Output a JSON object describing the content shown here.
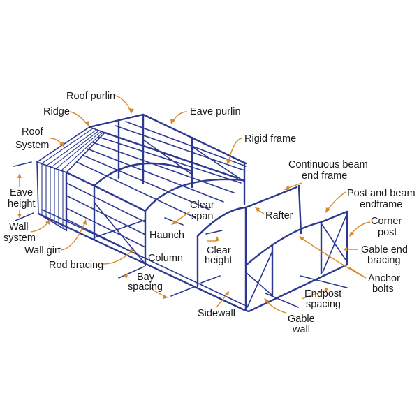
{
  "colors": {
    "structure": "#2b3990",
    "leader": "#d98b2b",
    "text": "#1a1a1a"
  },
  "labels": {
    "roof_purlin": [
      "Roof purlin"
    ],
    "ridge": [
      "Ridge"
    ],
    "eave_purlin": [
      "Eave purlin"
    ],
    "roof_system": [
      "Roof",
      "System"
    ],
    "rigid_frame": [
      "Rigid frame"
    ],
    "continuous_beam_end_frame": [
      "Continuous beam",
      "end frame"
    ],
    "eave_height": [
      "Eave",
      "height"
    ],
    "clear_span": [
      "Clear",
      "span"
    ],
    "rafter": [
      "Rafter"
    ],
    "post_and_beam_endframe": [
      "Post and beam",
      "endframe"
    ],
    "wall_system": [
      "Wall",
      "system"
    ],
    "haunch": [
      "Haunch"
    ],
    "corner_post": [
      "Corner",
      "post"
    ],
    "wall_girt": [
      "Wall girt"
    ],
    "column": [
      "Column"
    ],
    "clear_height": [
      "Clear",
      "height"
    ],
    "gable_end_bracing": [
      "Gable end",
      "bracing"
    ],
    "rod_bracing": [
      "Rod bracing"
    ],
    "bay_spacing": [
      "Bay",
      "spacing"
    ],
    "anchor_bolts": [
      "Anchor",
      "bolts"
    ],
    "endpost_spacing": [
      "Endpost",
      "spacing"
    ],
    "sidewall": [
      "Sidewall"
    ],
    "gable_wall": [
      "Gable",
      "wall"
    ]
  }
}
